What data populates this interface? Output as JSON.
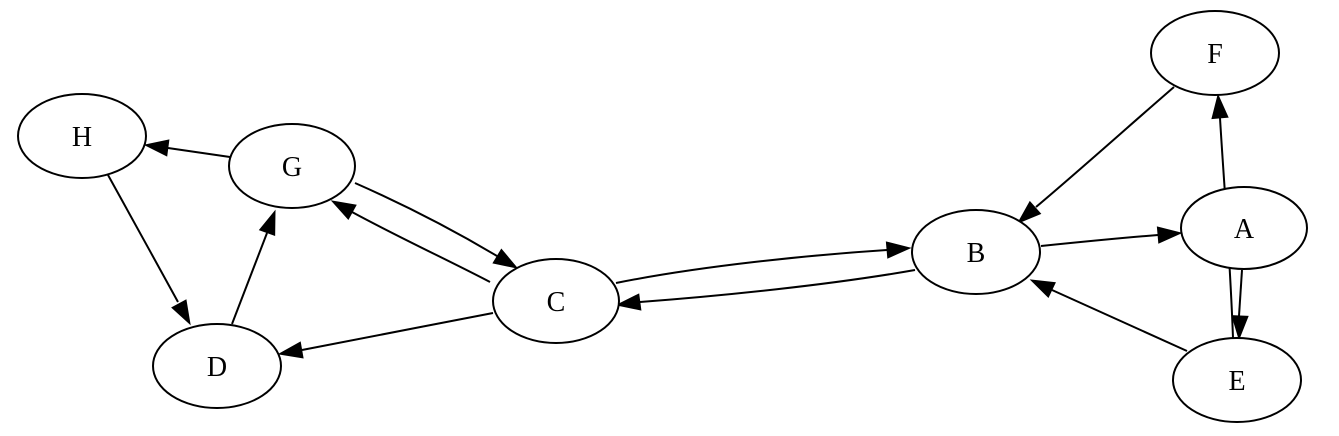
{
  "nodes": [
    {
      "id": "A",
      "label": "A"
    },
    {
      "id": "B",
      "label": "B"
    },
    {
      "id": "C",
      "label": "C"
    },
    {
      "id": "D",
      "label": "D"
    },
    {
      "id": "E",
      "label": "E"
    },
    {
      "id": "F",
      "label": "F"
    },
    {
      "id": "G",
      "label": "G"
    },
    {
      "id": "H",
      "label": "H"
    }
  ],
  "edges": [
    {
      "from": "A",
      "to": "E"
    },
    {
      "from": "B",
      "to": "A"
    },
    {
      "from": "B",
      "to": "C"
    },
    {
      "from": "C",
      "to": "B"
    },
    {
      "from": "C",
      "to": "D"
    },
    {
      "from": "C",
      "to": "G"
    },
    {
      "from": "D",
      "to": "G"
    },
    {
      "from": "E",
      "to": "B"
    },
    {
      "from": "E",
      "to": "F"
    },
    {
      "from": "F",
      "to": "B"
    },
    {
      "from": "G",
      "to": "C"
    },
    {
      "from": "G",
      "to": "H"
    },
    {
      "from": "H",
      "to": "D"
    }
  ],
  "colors": {
    "stroke": "#000000",
    "fill": "#ffffff"
  }
}
